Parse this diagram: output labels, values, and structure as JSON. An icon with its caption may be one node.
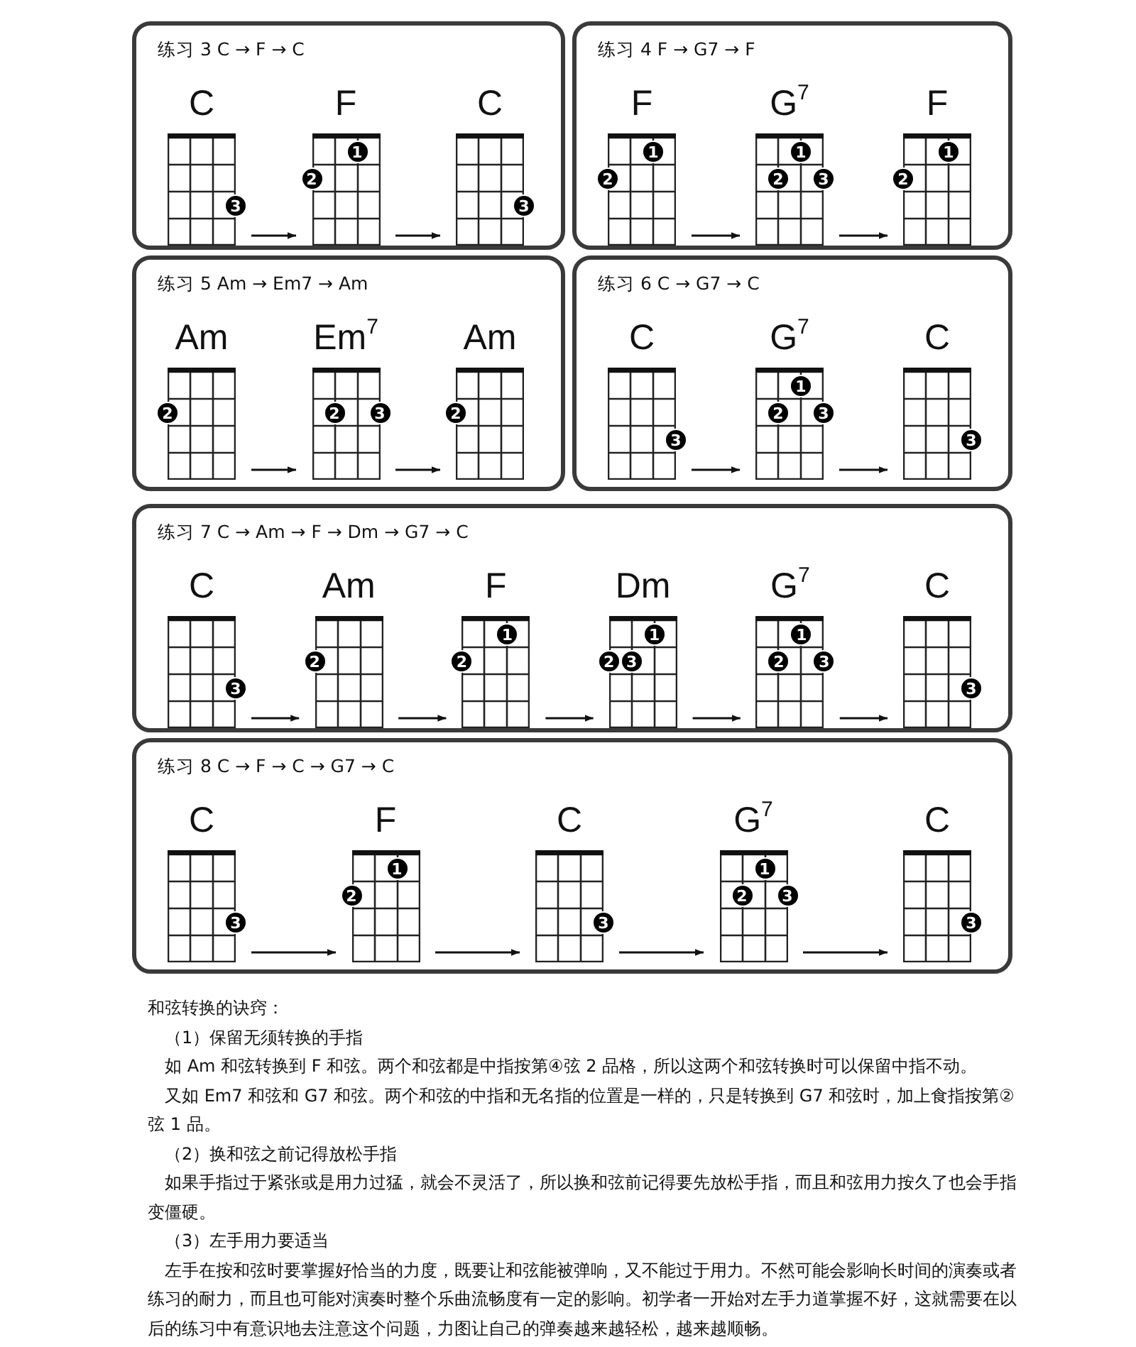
{
  "diagram": {
    "nodes": [
      {
        "text": [
          "练习 3  C → F → C"
        ]
      },
      {
        "text": [
          "C"
        ],
        "in": 0
      },
      {
        "text": [
          "3"
        ],
        "in": 1
      },
      {
        "text": [
          "F"
        ],
        "in": 0
      },
      {
        "text": [
          "1"
        ],
        "in": 3
      },
      {
        "text": [
          "2"
        ],
        "in": 3
      },
      {
        "text": [
          "C"
        ],
        "in": 0
      },
      {
        "text": [
          "3"
        ],
        "in": 6
      },
      {
        "text": [
          "练习 4  F → G7 → F"
        ]
      },
      {
        "text": [
          "F"
        ],
        "in": 8
      },
      {
        "text": [
          "1"
        ],
        "in": 9
      },
      {
        "text": [
          "2"
        ],
        "in": 9
      },
      {
        "text": [
          "G$^{7}$"
        ],
        "in": 8
      },
      {
        "text": [
          "1"
        ],
        "in": 12
      },
      {
        "text": [
          "2"
        ],
        "in": 12
      },
      {
        "text": [
          "3"
        ],
        "in": 12
      },
      {
        "text": [
          "F"
        ],
        "in": 8
      },
      {
        "text": [
          "1"
        ],
        "in": 16
      },
      {
        "text": [
          "2"
        ],
        "in": 16
      },
      {
        "text": [
          "练习 5  Am → Em7 → Am"
        ]
      },
      {
        "text": [
          "Am"
        ],
        "in": 19
      },
      {
        "text": [
          "2"
        ],
        "in": 20
      },
      {
        "text": [
          "Em$^{7}$"
        ],
        "in": 19
      },
      {
        "text": [
          "2"
        ],
        "in": 22
      },
      {
        "text": [
          "3"
        ],
        "in": 22
      },
      {
        "text": [
          "Am"
        ],
        "in": 19
      },
      {
        "text": [
          "2"
        ],
        "in": 25
      },
      {
        "text": [
          "练习 6  C → G7 → C"
        ]
      },
      {
        "text": [
          "C"
        ],
        "in": 27
      },
      {
        "text": [
          "3"
        ],
        "in": 28
      },
      {
        "text": [
          "G$^{7}$"
        ],
        "in": 27
      },
      {
        "text": [
          "1"
        ],
        "in": 30
      },
      {
        "text": [
          "2"
        ],
        "in": 30
      },
      {
        "text": [
          "3"
        ],
        "in": 30
      },
      {
        "text": [
          "C"
        ],
        "in": 27
      },
      {
        "text": [
          "3"
        ],
        "in": 34
      },
      {
        "text": [
          "练习 7  C → Am → F → Dm → G7 → C"
        ]
      },
      {
        "text": [
          "C"
        ],
        "in": 36
      },
      {
        "text": [
          "3"
        ],
        "in": 37
      },
      {
        "text": [
          "Am"
        ],
        "in": 36
      },
      {
        "text": [
          "2"
        ],
        "in": 39
      },
      {
        "text": [
          "F"
        ],
        "in": 36
      },
      {
        "text": [
          "1"
        ],
        "in": 41
      },
      {
        "text": [
          "2"
        ],
        "in": 41
      },
      {
        "text": [
          "Dm"
        ],
        "in": 36
      },
      {
        "text": [
          "1"
        ],
        "in": 44
      },
      {
        "text": [
          "2"
        ],
        "in": 44
      },
      {
        "text": [
          "3"
        ],
        "in": 44
      },
      {
        "text": [
          "G$^{7}$"
        ],
        "in": 36
      },
      {
        "text": [
          "1"
        ],
        "in": 48
      },
      {
        "text": [
          "2"
        ],
        "in": 48
      },
      {
        "text": [
          "3"
        ],
        "in": 48
      },
      {
        "text": [
          "C"
        ],
        "in": 36
      },
      {
        "text": [
          "3"
        ],
        "in": 52
      },
      {
        "text": [
          "练习 8  C → F → C → G7 → C"
        ]
      },
      {
        "text": [
          "C"
        ],
        "in": 54
      },
      {
        "text": [
          "3"
        ],
        "in": 55
      },
      {
        "text": [
          "F"
        ],
        "in": 54
      },
      {
        "text": [
          "1"
        ],
        "in": 57
      },
      {
        "text": [
          "2"
        ],
        "in": 57
      },
      {
        "text": [
          "C"
        ],
        "in": 54
      },
      {
        "text": [
          "3"
        ],
        "in": 60
      },
      {
        "text": [
          "G$^{7}$"
        ],
        "in": 54
      },
      {
        "text": [
          "1"
        ],
        "in": 62
      },
      {
        "text": [
          "2"
        ],
        "in": 62
      },
      {
        "text": [
          "3"
        ],
        "in": 62
      },
      {
        "text": [
          "C"
        ],
        "in": 54
      },
      {
        "text": [
          "3"
        ],
        "in": 66
      }
    ],
    "edges": [
      {
        "from": 1,
        "to": 3,
        "arrow": "to"
      },
      {
        "from": 3,
        "to": 6,
        "arrow": "to"
      },
      {
        "from": 9,
        "to": 12,
        "arrow": "to"
      },
      {
        "from": 12,
        "to": 16,
        "arrow": "to"
      },
      {
        "from": 20,
        "to": 22,
        "arrow": "to"
      },
      {
        "from": 22,
        "to": 25,
        "arrow": "to"
      },
      {
        "from": 28,
        "to": 30,
        "arrow": "to"
      },
      {
        "from": 30,
        "to": 34,
        "arrow": "to"
      },
      {
        "from": 37,
        "to": 39,
        "arrow": "to"
      },
      {
        "from": 39,
        "to": 41,
        "arrow": "to"
      },
      {
        "from": 41,
        "to": 44,
        "arrow": "to"
      },
      {
        "from": 44,
        "to": 48,
        "arrow": "to"
      },
      {
        "from": 48,
        "to": 52,
        "arrow": "to"
      },
      {
        "from": 55,
        "to": 57,
        "arrow": "to"
      },
      {
        "from": 57,
        "to": 60,
        "arrow": "to"
      },
      {
        "from": 60,
        "to": 62,
        "arrow": "to"
      },
      {
        "from": 62,
        "to": 66,
        "arrow": "to"
      }
    ],
    "labels": [
      "和弦转换的诀窍：",
      "（1）保留无须转换的手指",
      "如 Am 和弦转换到 F 和弦。两个和弦都是中指按第④弦 2 品格，所以这两个和弦转换时可以保留中指不动。",
      "又如 Em7 和弦和 G7 和弦。两个和弦的中指和无名指的位置是一样的，只是转换到 G7 和弦时，加上食指按第② 弦 1 品。",
      "（2）换和弦之前记得放松手指",
      "如果手指过于紧张或是用力过猛，就会不灵活了，所以换和弦前记得要先放松手指，而且和弦用力按久了也会手指变僵硬。",
      "（3）左手用力要适当",
      "左手在按和弦时要掌握好恰当的力度，既要让和弦能被弹响，又不能过于用力。不然可能会影响长时间的演奏或者练习的耐力，而且也可能对演奏时整个乐曲流畅度有一定的影响。初学者一开始对左手力道掌握不好，这就需要在以后的练习中有意识地去注意这个问题，力图让自己的弹奏越来越轻松，越来越顺畅。"
    ]
  }
}
